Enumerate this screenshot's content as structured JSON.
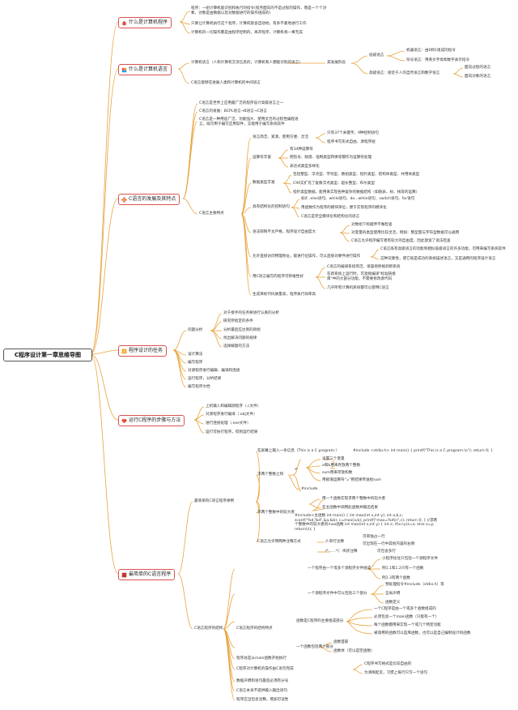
{
  "root": "C程序设计第一章思维导图",
  "b1": {
    "title": "什么是计算机程序",
    "items": [
      "程序：一组计算机能识别和执行的指令(程序面向的不是过程的操作，而是一个个对象，对象是由数据以及对数据进行的操作组成的)",
      "只要让计算机执行这个程序，计算机就会自动地，有条不紊地进行工作",
      "计算机的一切操作都是由程序控制的，离开程序，计算机将一事无成"
    ]
  },
  "b2": {
    "title": "什么是计算机语言",
    "n1": "计算机语言（人和计算机交流信息的，计算机和人都能识别的语言）",
    "dev": "其发展阶段",
    "low": "低级语言",
    "low_items": [
      "机器语言：由0和1组成的指令",
      "符号语言：用英文字母和数字表示指令"
    ],
    "high": "高级语言：接近于人的自然语言和数学语言",
    "high_items": [
      "面向过程的语言",
      "面向对象的语言"
    ],
    "n2": "C语言能够在进展人类和计算机的中间语言"
  },
  "b3": {
    "title": "C语言的发展及其特点",
    "items": [
      "C语言是世界上应用最广泛的程序设计高级语言之一",
      "C语言的发展：BCPL语言→B语言→C语言",
      "C语言是一种用途广泛、功能强大、使用灵活的过程性编程语言，既可用于编写应用软件，又能用于编写系统软件"
    ],
    "feat": "C语言主要特点",
    "f1": "语言简洁、紧凑，使用方便、灵活",
    "f1_items": [
      "只有37个关键字，9种控制语句",
      "程序书写形式自由，源程序短"
    ],
    "f2": "运算符丰富",
    "f2_items": [
      "有34种运算符",
      "把括号、赋值、强制类型转换等都作为运算符处理",
      "表达式类型多样化"
    ],
    "f3": "数据类型丰富",
    "f3_items": [
      "包括整型、浮点型、字符型、数组类型、指针类型、结构体类型、共用体类型",
      "C99又扩充了复数浮点类型、超长整型、布尔类型",
      "指针类型数据，能用来实现各种复杂的数据结构（如链表、树、栈等的运算）"
    ],
    "f4": "具有结构化的控制语句",
    "f4_items": [
      "如if...else语句、while语句、do...while语句、switch语句、for语句",
      "用函数作为程序的模块单位，便于实现程序的模块化",
      "C语言是完全模块化和结构化的语言"
    ],
    "f5": "语法限制不太严格，程序设计自由度大",
    "f5_items": [
      "对数组下标越界不做检查",
      "对变量的类型使用比较灵活，例如：整型量与字符型数据可以通用",
      "C语言允许程序编写者有较大的自由度，因此放宽了语法检查"
    ],
    "f6": "允许直接访问物理地址，能进行位操作，可以直接对硬件进行操作",
    "f6_items": [
      "C语言既有高级语言的功能和相似低级语言的许多功能，可用来编写系统软件",
      "这种双重性，使它既是成功的系统描述语言，又是通用的程序设计语言"
    ],
    "f7": "用C语言编写的程序可移植性好",
    "f7_items": [
      "C语言的编译系统简洁，很容易移植到新系统",
      "在新系统上运行时，可直接编译\"标准链接库\"中的大部分功能，不需要修改源代码",
      "几乎所有计算机系统都可以使用C语言"
    ],
    "f8": "生成目标代码质量高，程序执行效率高"
  },
  "b4": {
    "title": "程序设计的任务",
    "analysis": "问题分析",
    "an_items": [
      "对于接手的任务要进行认真的分析",
      "研究所给定的条件",
      "分析最后应达到的目标",
      "找出解决问题的规律",
      "选择解题的方法"
    ],
    "items": [
      "设计算法",
      "编写程序",
      "对源程序进行编辑、编译和连接",
      "运行程序，分析结果",
      "编写程序文档"
    ]
  },
  "b5": {
    "title": "运行C程序的步骤与方法",
    "items": [
      "上机输入和编辑源程序（.c文件）",
      "对源程序进行编译（.obj文件）",
      "进行连接处理（.exe文件）",
      "运行可执行程序，得到运行结果"
    ]
  },
  "b6": {
    "title": "最简单的C语言程序",
    "ex": "最简单的C语言程序举例",
    "ex1": "在屏幕上输入一条信息（This is a C program.）",
    "ex1_code": "#include &lt;stdio.h&gt;  int main()  { printf(\"This is a C program.\\n\"); return 0; }",
    "ex2": "求两个整数之和",
    "ex3": "求两个整数中的较大者",
    "ex3_code": "#include&lt;主函数 int main() { int max(int x,int y); int a,b,c; scanf(\"%d,%d\",&amp;a,&amp;b); c=max(a,b); printf(\"max=%d\\n\",c); return 0; } //求两个整数中的较大者的max函数 int max(int x,int y) { int z; if(x&gt;y)z=x; else z=y; return(z); }",
    "ex3_items": [
      "用一个函数实现求两个整数中的较大者",
      "在主函数中调用此函数并输出结果"
    ],
    "ex2_items": [
      "设置三个变量",
      "a和b用来存放两个整数",
      "sum用来存放和数",
      "用赋值运算符\"=\"把结果传送给sum"
    ],
    "ex2_inc": "#include",
    "com": "C语言允许用两种注释方式",
    "com_items": [
      "//:单行注释",
      "/*......*/：块状注释"
    ],
    "com_sub": [
      "可单独占一行",
      "可出现在一行中其他内容的右侧"
    ],
    "com_sub2": "可包含多行",
    "struct": "C语言程序的结构",
    "feat": "C语言程序的结构特点",
    "s1": "一个程序由一个或多个源程序文件组成",
    "s1_items": [
      "小程序往往只包括一个源程序文件",
      "例1.1和1.2只有一个函数",
      "例1.3有两个函数"
    ],
    "s2": "一个源程序文件中可以包括三个部分",
    "s2_items": [
      "预处理指令#include（stdio.h）等",
      "全局声明",
      "函数定义"
    ],
    "s3": "函数是C程序的主要组成部分",
    "s3_items": [
      "一个C程序是由一个或多个函数组成的",
      "必须包含一个main函数（只能有一个）",
      "每个函数都用来实现一个或几个特定功能",
      "被调用的函数可以是库函数，也可以是自己编制设计的函数"
    ],
    "s4": "一个函数包括两个部分",
    "s4_items": [
      "函数首部",
      "函数体（可以是空函数）"
    ],
    "s5": "程序总是从main函数开始执行",
    "s6": "C程序对计算机的操作由C语句完成",
    "s6_items": [
      "C程序书写格式是比较自由的",
      "为清晰起见，习惯上每行只写一个语句"
    ],
    "s7": "数据声明和语句最后必须有分号",
    "s8": "C语言本身不提供输入输出语句",
    "s9": "程序应当包含注释，增加可读性"
  },
  "colors": {
    "line": "#e8a33c",
    "topic_border": "#d9534f"
  },
  "icons": {
    "b1": "house-icon",
    "b2": "people-icon",
    "b3": "flower-icon",
    "b4": "note-icon",
    "b5": "heart-icon",
    "b6": "flag-icon"
  }
}
